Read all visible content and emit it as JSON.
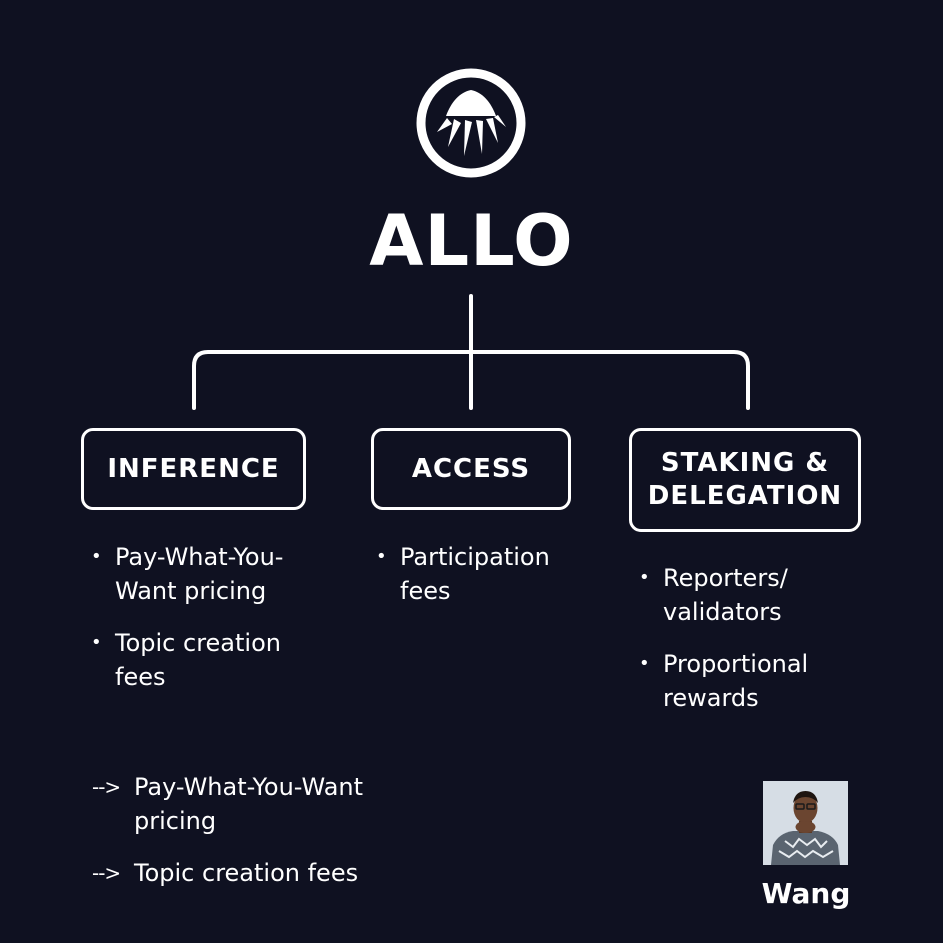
{
  "brand": {
    "name": "ALLO",
    "logo_icon": "shell-fan-icon"
  },
  "categories": [
    {
      "label_lines": [
        "INFERENCE"
      ],
      "bullets": [
        "Pay-What-You-Want pricing",
        "Topic creation fees"
      ]
    },
    {
      "label_lines": [
        "ACCESS"
      ],
      "bullets": [
        "Participation fees"
      ]
    },
    {
      "label_lines": [
        "STAKING &",
        "DELEGATION"
      ],
      "bullets": [
        "Reporters/ validators",
        "Proportional rewards"
      ]
    }
  ],
  "notes": {
    "arrow": "-->",
    "items": [
      "Pay-What-You-Want pricing",
      "Topic creation fees"
    ]
  },
  "author": {
    "name": "Wang"
  },
  "colors": {
    "background": "#0f1121",
    "foreground": "#ffffff"
  }
}
